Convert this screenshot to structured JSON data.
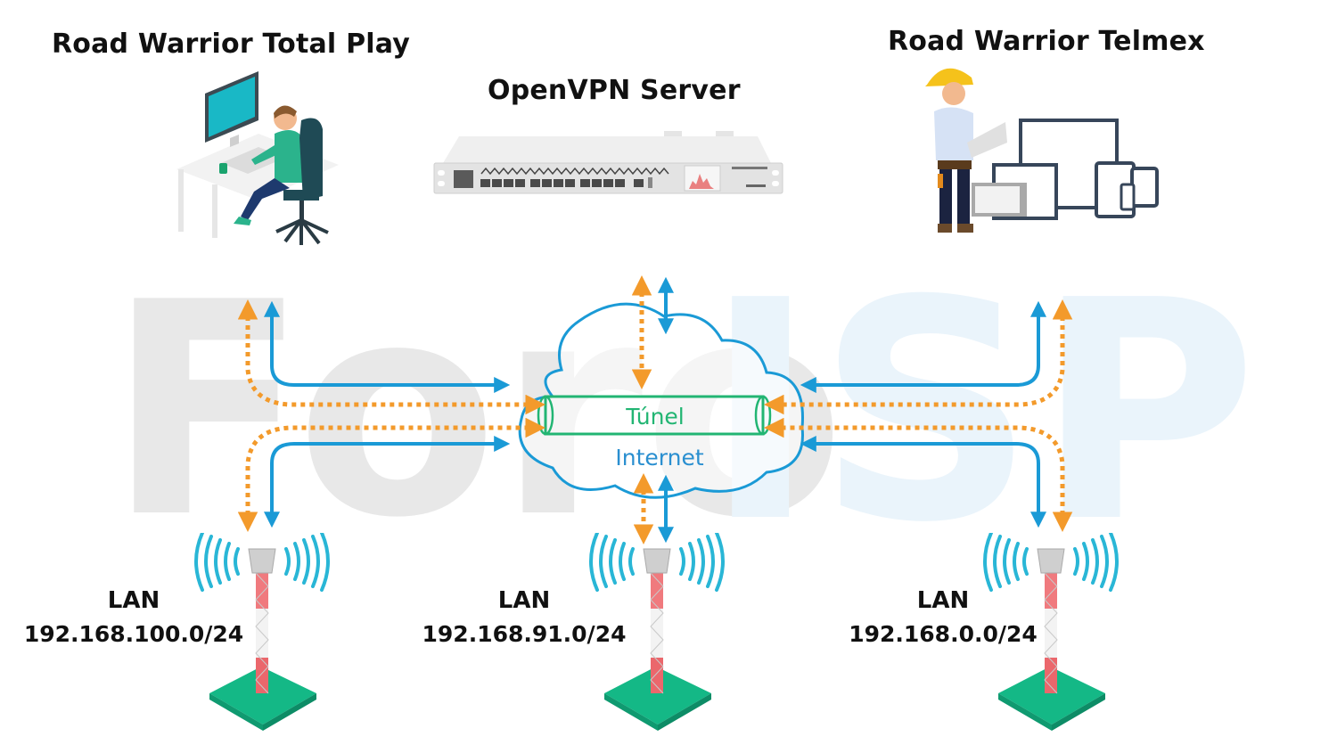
{
  "titles": {
    "road_warrior_left": "Road Warrior Total Play",
    "openvpn_server": "OpenVPN Server",
    "road_warrior_right": "Road Warrior Telmex"
  },
  "cloud": {
    "tunnel_label": "Túnel",
    "internet_label": "Internet"
  },
  "watermark": {
    "left": "Foro",
    "right": "ISP"
  },
  "lans": [
    {
      "label": "LAN",
      "subnet": "192.168.100.0/24"
    },
    {
      "label": "LAN",
      "subnet": "192.168.91.0/24"
    },
    {
      "label": "LAN",
      "subnet": "192.168.0.0/24"
    }
  ],
  "colors": {
    "internet_blue": "#1a9ad6",
    "vpn_orange": "#f39a2b",
    "tunnel_green": "#22b573",
    "ground_green": "#14b886",
    "signal_cyan": "#29b6d6",
    "tower_red": "#e8444a",
    "watermark_gray": "#e6e6e6",
    "watermark_blue": "#eaf4fb"
  }
}
